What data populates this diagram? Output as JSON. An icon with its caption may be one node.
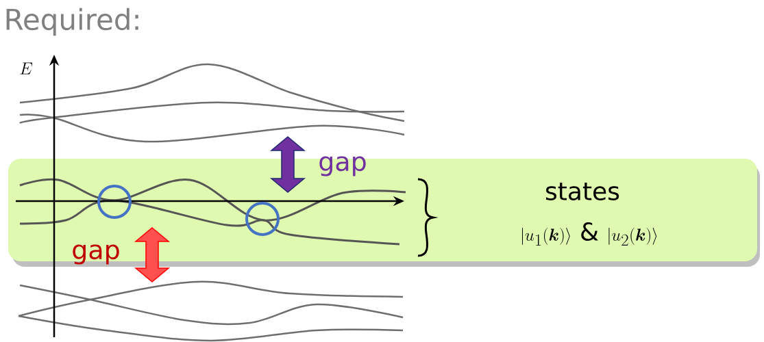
{
  "diagram": {
    "title": "Required:",
    "nodes": [
      {
        "text": [
          "states",
          "|u_1(\\boldsymbol{k})\\rangle\\ \\text{\\&}\\ |u_2(\\boldsymbol{k})\\rangle"
        ]
      }
    ],
    "labels": [
      "E",
      "gap",
      "gap"
    ]
  }
}
